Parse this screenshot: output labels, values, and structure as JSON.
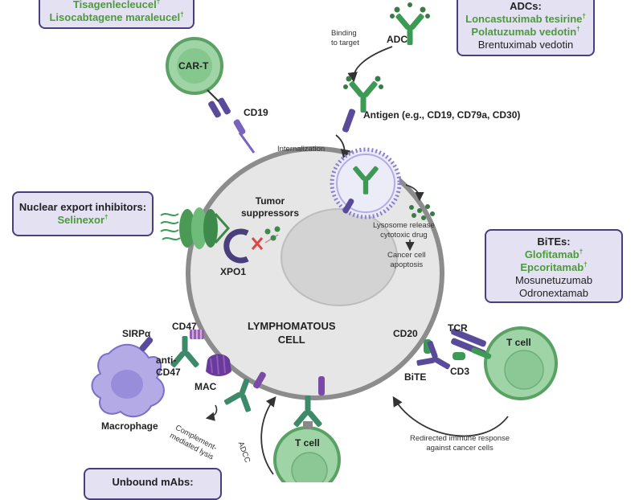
{
  "boxes": {
    "cart": {
      "line1": "Tisagenlecleucel",
      "line2": "Lisocabtagene maraleucel"
    },
    "adcs": {
      "title": "ADCs:",
      "line1": "Loncastuximab tesirine",
      "line2": "Polatuzumab vedotin",
      "line3": "Brentuximab vedotin"
    },
    "nuclear": {
      "title": "Nuclear export inhibitors:",
      "line1": "Selinexor"
    },
    "bites": {
      "title": "BiTEs:",
      "line1": "Glofitamab",
      "line2": "Epcoritamab",
      "line3": "Mosunetuzumab",
      "line4": "Odronextamab"
    },
    "unbound": {
      "title": "Unbound mAbs:"
    },
    "dagger": "†"
  },
  "labels": {
    "cart": "CAR-T",
    "cd19": "CD19",
    "adc": "ADC",
    "binding_line1": "Binding",
    "binding_line2": "to target",
    "antigen": "Antigen (e.g., CD19, CD79a, CD30)",
    "internalization": "Internalization",
    "lysosome_line1": "Lysosome release",
    "lysosome_line2": "cytotoxic drug",
    "apoptosis_line1": "Cancer cell",
    "apoptosis_line2": "apoptosis",
    "tumor_line1": "Tumor",
    "tumor_line2": "suppressors",
    "xpo1": "XPO1",
    "cell_line1": "LYMPHOMATOUS",
    "cell_line2": "CELL",
    "cd20": "CD20",
    "tcr": "TCR",
    "tcell_right": "T cell",
    "cd3": "CD3",
    "bite": "BiTE",
    "redirected_line1": "Redirected immune response",
    "redirected_line2": "against cancer cells",
    "sirpa": "SIRPα",
    "cd47": "CD47",
    "anti_line1": "anti-",
    "anti_line2": "CD47",
    "macrophage": "Macrophage",
    "mac": "MAC",
    "complement_line1": "Complement-",
    "complement_line2": "mediated lysis",
    "adcc": "ADCC",
    "tcell_bottom": "T cell"
  },
  "colors": {
    "purple": "#4a3f7d",
    "box_fill": "#e4e1f3",
    "green_text": "#4c9a3c",
    "antibody_green": "#3d9a55",
    "cell_green": "#9fd4a6",
    "cell_gray": "#e6e6e6",
    "red_x": "#e04545"
  },
  "icons": [
    "receptor-icon",
    "antibody-icon",
    "drug-payload-icon",
    "nuclear-pore-icon",
    "xpo1-icon",
    "mac-complex-icon",
    "curved-arrow-icon"
  ]
}
